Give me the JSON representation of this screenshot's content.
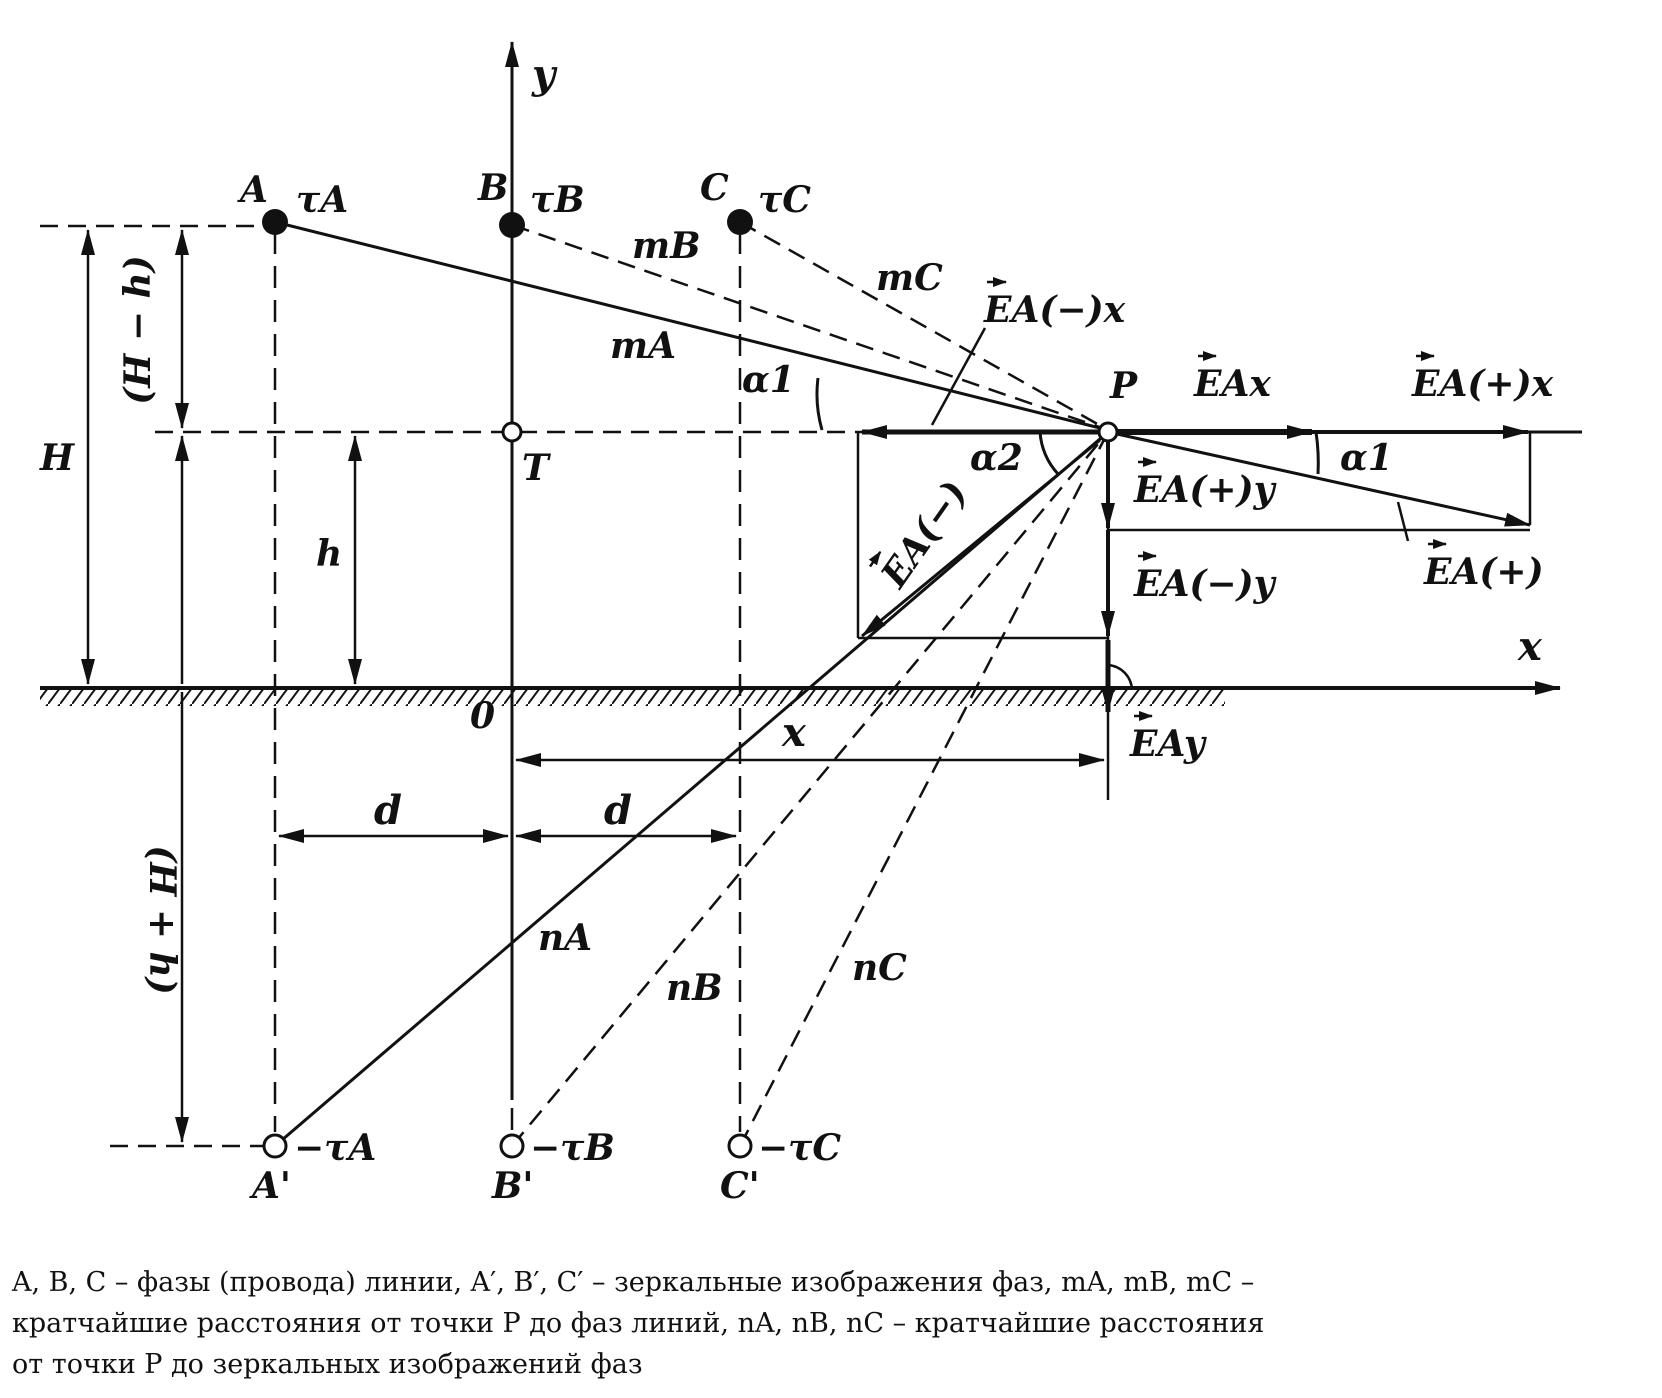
{
  "labels": {
    "axis_y": "y",
    "axis_x": "x",
    "phase_a": "A",
    "phase_b": "B",
    "phase_c": "C",
    "tau_a": "τA",
    "tau_b": "τB",
    "tau_c": "τC",
    "mirror_a": "A'",
    "mirror_b": "B'",
    "mirror_c": "C'",
    "mirror_tau_a": "−τA",
    "mirror_tau_b": "−τB",
    "mirror_tau_c": "−τC",
    "point_p": "P",
    "point_t": "T",
    "origin": "0",
    "m_a": "mA",
    "m_b": "mB",
    "m_c": "mC",
    "n_a": "nA",
    "n_b": "nB",
    "n_c": "nC",
    "alpha1_left": "α1",
    "alpha1_right": "α1",
    "alpha2": "α2",
    "dim_h_minus": "(H − h)",
    "dim_H": "H",
    "dim_h": "h",
    "dim_h_plus": "(H + h)",
    "dim_x": "x",
    "dim_d1": "d",
    "dim_d2": "d",
    "e_a_minus_x": "EA(−)x",
    "e_ax": "EAx",
    "e_a_plus_x": "EA(+)x",
    "e_a_plus_y": "EA(+)y",
    "e_a_minus_y": "EA(−)y",
    "e_a_minus": "EA(−)",
    "e_a_plus": "EA(+)",
    "e_ay": "EAy"
  },
  "caption": {
    "line1": "A, B, C – фазы (провода) линии, A′, B′, C′ – зеркальные изображения фаз, mA, mB, mC –",
    "line2": "кратчайшие расстояния от точки P до фаз линий, nA, nB, nC – кратчайшие расстояния",
    "line3": "от точки P до зеркальных изображений фаз"
  }
}
